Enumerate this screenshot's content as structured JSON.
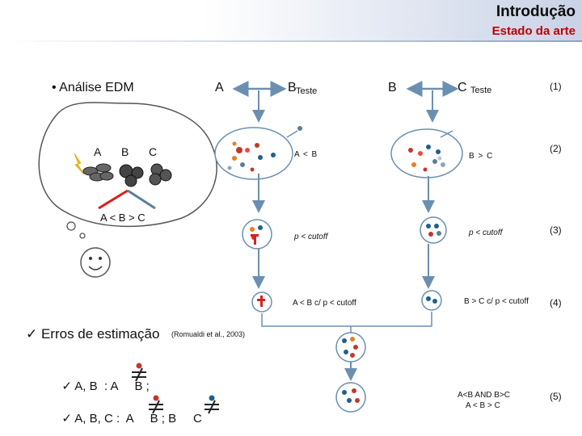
{
  "header": {
    "title": "Introdução",
    "subtitle": "Estado da arte"
  },
  "bullet": {
    "label": "• Análise EDM"
  },
  "thought": {
    "labels": [
      "A",
      "B",
      "C"
    ],
    "order": "A < B > C"
  },
  "flow": {
    "top_a": "A",
    "top_b": "B",
    "teste1": "Teste",
    "top_b2": "B",
    "top_c": "C",
    "teste2": "Teste",
    "cmp1": "A < B",
    "cmp2": "B > C",
    "p1": "p < cutoff",
    "p2": "p < cutoff",
    "res1": "A < B c/ p < cutoff",
    "res2": "B > C c/ p < cutoff",
    "final1": "A<B AND B>C",
    "final2": "A < B > C"
  },
  "steps": [
    "(1)",
    "(2)",
    "(3)",
    "(4)",
    "(5)"
  ],
  "errors": {
    "heading": "Erros de estimação",
    "citation": "(Romualdi et al., 2003)",
    "line1": "A, B  : A     B ;",
    "line2": "A, B, C :  A     B ; B     C"
  },
  "colors": {
    "red": "#c0392b",
    "blue": "#1f5f8b",
    "orange": "#e67e22",
    "grey": "#5b7f9a"
  }
}
